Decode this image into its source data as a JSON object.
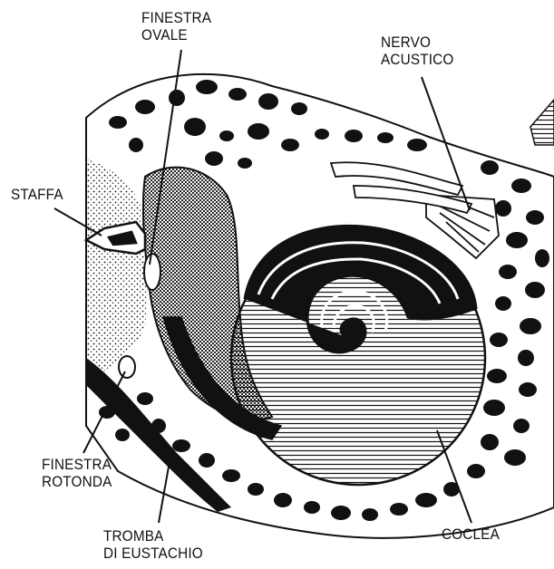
{
  "labels": {
    "finestra_ovale": [
      "FINESTRA",
      "OVALE"
    ],
    "nervo_acustico": [
      "NERVO",
      "ACUSTICO"
    ],
    "staffa": [
      "STAFFA"
    ],
    "finestra_rotonda": [
      "FINESTRA",
      "ROTONDA"
    ],
    "tromba_di_eustachio": [
      "TROMBA",
      "DI EUSTACHIO"
    ],
    "coclea": [
      "COCLEA"
    ]
  },
  "colors": {
    "ink": "#111111",
    "paper": "#ffffff"
  }
}
